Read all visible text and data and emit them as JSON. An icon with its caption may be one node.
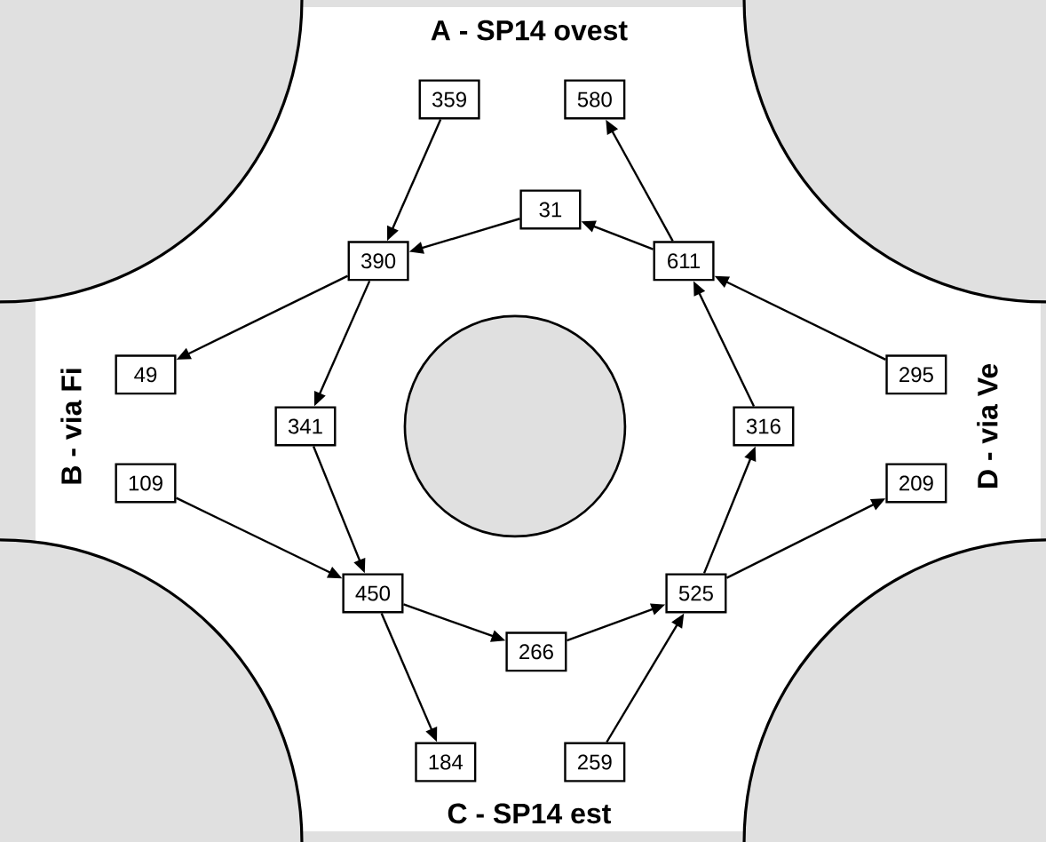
{
  "diagram": {
    "nodes": [
      {
        "text": [
          "359"
        ]
      },
      {
        "text": [
          "580"
        ]
      },
      {
        "text": [
          "31"
        ]
      },
      {
        "text": [
          "390"
        ]
      },
      {
        "text": [
          "611"
        ]
      },
      {
        "text": [
          "49"
        ]
      },
      {
        "text": [
          "295"
        ]
      },
      {
        "text": [
          "341"
        ]
      },
      {
        "text": [
          "316"
        ]
      },
      {
        "text": [
          "109"
        ]
      },
      {
        "text": [
          "209"
        ]
      },
      {
        "text": [
          "450"
        ]
      },
      {
        "text": [
          "525"
        ]
      },
      {
        "text": [
          "266"
        ]
      },
      {
        "text": [
          "184"
        ]
      },
      {
        "text": [
          "259"
        ]
      }
    ],
    "edges": [
      {
        "from": 0,
        "to": 3,
        "arrow": "to"
      },
      {
        "from": 2,
        "to": 3,
        "arrow": "to"
      },
      {
        "from": 4,
        "to": 2,
        "arrow": "to"
      },
      {
        "from": 4,
        "to": 1,
        "arrow": "to"
      },
      {
        "from": 6,
        "to": 4,
        "arrow": "to"
      },
      {
        "from": 8,
        "to": 4,
        "arrow": "to"
      },
      {
        "from": 3,
        "to": 5,
        "arrow": "to"
      },
      {
        "from": 3,
        "to": 7,
        "arrow": "to"
      },
      {
        "from": 7,
        "to": 11,
        "arrow": "to"
      },
      {
        "from": 9,
        "to": 11,
        "arrow": "to"
      },
      {
        "from": 11,
        "to": 13,
        "arrow": "to"
      },
      {
        "from": 11,
        "to": 14,
        "arrow": "to"
      },
      {
        "from": 13,
        "to": 12,
        "arrow": "to"
      },
      {
        "from": 12,
        "to": 8,
        "arrow": "to"
      },
      {
        "from": 12,
        "to": 10,
        "arrow": "to"
      },
      {
        "from": 15,
        "to": 12,
        "arrow": "to"
      }
    ],
    "labels": [
      "A - SP14 ovest",
      "B - via Fi",
      "D - via Ve",
      "C - SP14 est"
    ]
  }
}
